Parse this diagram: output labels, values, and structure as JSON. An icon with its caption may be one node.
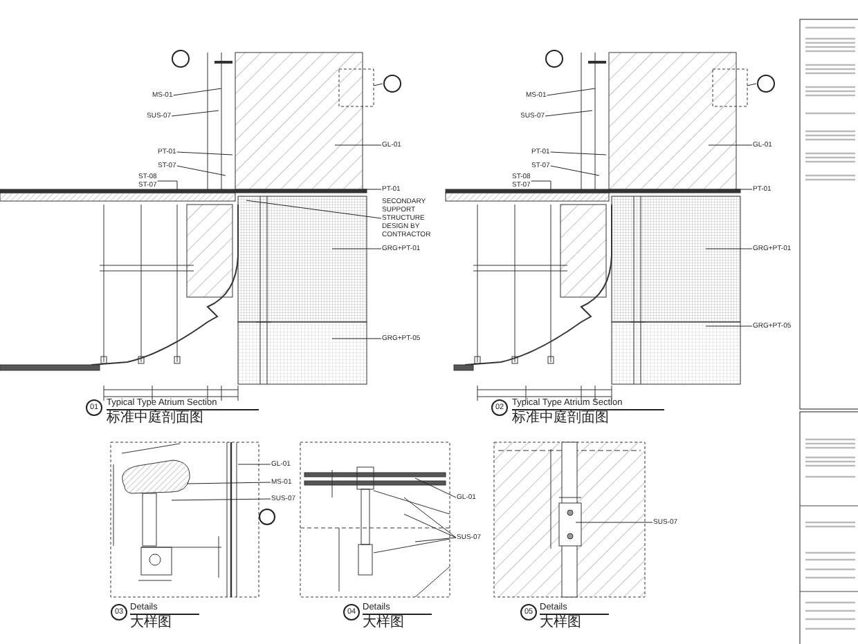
{
  "diagram": {
    "nodes": [
      {
        "text": [],
        "shape": "circle"
      },
      {
        "text": [
          "MS-01"
        ]
      },
      {
        "text": [
          "SUS-07"
        ]
      },
      {
        "text": [],
        "shape": "circle"
      },
      {
        "text": [
          "GL-01"
        ]
      },
      {
        "text": [
          "PT-01"
        ]
      },
      {
        "text": [
          "ST-07"
        ]
      },
      {
        "text": [
          "ST-08",
          "ST-07"
        ]
      },
      {
        "text": [
          "PT-01"
        ]
      },
      {
        "text": [
          "SECONDARY SUPPORT STRUCTURE DESIGN BY CONTRACTOR"
        ]
      },
      {
        "text": [
          "GRG+PT-01"
        ]
      },
      {
        "text": [
          "GRG+PT-05"
        ]
      },
      {
        "text": [],
        "shape": "circle"
      },
      {
        "text": [
          "MS-01"
        ]
      },
      {
        "text": [
          "SUS-07"
        ]
      },
      {
        "text": [],
        "shape": "circle"
      },
      {
        "text": [
          "GL-01"
        ]
      },
      {
        "text": [
          "PT-01"
        ]
      },
      {
        "text": [
          "ST-07"
        ]
      },
      {
        "text": [
          "ST-08",
          "ST-07"
        ]
      },
      {
        "text": [
          "PT-01"
        ]
      },
      {
        "text": [
          "GRG+PT-01"
        ]
      },
      {
        "text": [
          "GRG+PT-05"
        ]
      },
      {
        "text": [
          "01"
        ],
        "beside": [
          "Typical Type Atrium Section",
          "标准中庭剖面图"
        ]
      },
      {
        "text": [
          "02"
        ],
        "beside": [
          "Typical Type Atrium Section",
          "标准中庭剖面图"
        ]
      },
      {
        "text": [
          "GL-01"
        ]
      },
      {
        "text": [
          "MS-01"
        ]
      },
      {
        "text": [
          "SUS-07"
        ]
      },
      {
        "text": [],
        "shape": "circle"
      },
      {
        "text": [
          "03"
        ],
        "beside": [
          "Details",
          "大样图"
        ]
      },
      {
        "text": [
          "GL-01"
        ]
      },
      {
        "text": [
          "SUS-07"
        ]
      },
      {
        "text": [
          "04"
        ],
        "beside": [
          "Details",
          "大样图"
        ]
      },
      {
        "text": [
          "SUS-07"
        ]
      },
      {
        "text": [
          "05"
        ],
        "beside": [
          "Details",
          "大样图"
        ]
      }
    ],
    "edges": [
      {
        "from": 1,
        "to": null,
        "arrow": "none"
      },
      {
        "from": 2,
        "to": null,
        "arrow": "none"
      },
      {
        "from": 3,
        "to": null,
        "arrow": "none"
      },
      {
        "from": 4,
        "to": null,
        "arrow": "none"
      },
      {
        "from": 5,
        "to": null,
        "arrow": "none"
      },
      {
        "from": 6,
        "to": null,
        "arrow": "none"
      },
      {
        "from": 7,
        "to": null,
        "arrow": "none"
      },
      {
        "from": 8,
        "to": null,
        "arrow": "none"
      },
      {
        "from": 9,
        "to": null,
        "arrow": "none"
      },
      {
        "from": 10,
        "to": null,
        "arrow": "none"
      },
      {
        "from": 11,
        "to": null,
        "arrow": "none"
      },
      {
        "from": 13,
        "to": null,
        "arrow": "none"
      },
      {
        "from": 14,
        "to": null,
        "arrow": "none"
      },
      {
        "from": 15,
        "to": null,
        "arrow": "none"
      },
      {
        "from": 16,
        "to": null,
        "arrow": "none"
      },
      {
        "from": 17,
        "to": null,
        "arrow": "none"
      },
      {
        "from": 18,
        "to": null,
        "arrow": "none"
      },
      {
        "from": 19,
        "to": null,
        "arrow": "none"
      },
      {
        "from": 20,
        "to": null,
        "arrow": "none"
      },
      {
        "from": 21,
        "to": null,
        "arrow": "none"
      },
      {
        "from": 22,
        "to": null,
        "arrow": "none"
      },
      {
        "from": 25,
        "to": null,
        "arrow": "none"
      },
      {
        "from": 26,
        "to": null,
        "arrow": "none"
      },
      {
        "from": 27,
        "to": null,
        "arrow": "none"
      },
      {
        "from": 30,
        "to": null,
        "arrow": "none"
      },
      {
        "from": 31,
        "to": null,
        "arrow": "none"
      },
      {
        "from": 31,
        "to": null,
        "arrow": "none"
      },
      {
        "from": 31,
        "to": null,
        "arrow": "none"
      },
      {
        "from": 33,
        "to": null,
        "arrow": "none"
      }
    ]
  }
}
